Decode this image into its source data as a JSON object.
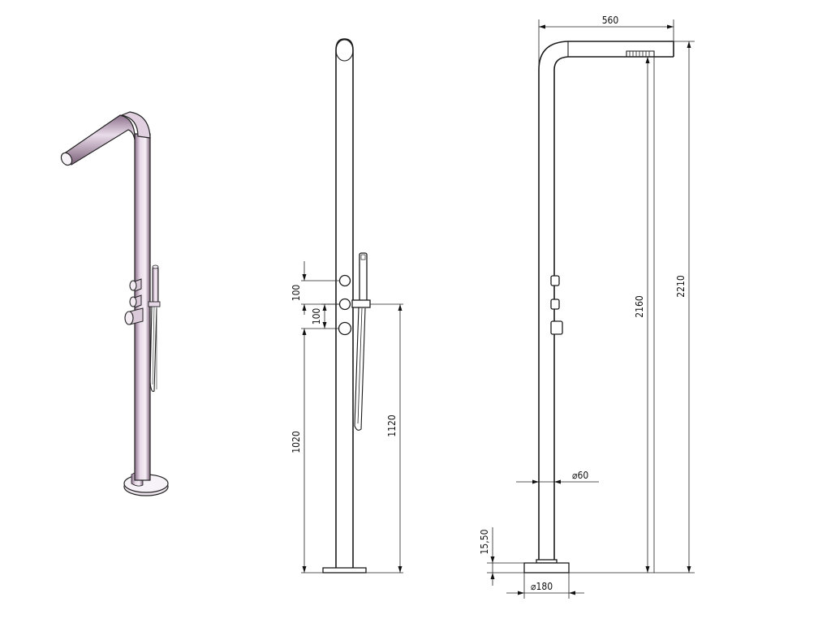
{
  "views": {
    "isometric": "isometric-view",
    "front": "front-view",
    "side": "side-view"
  },
  "dimensions": {
    "valve_spacing_top": "100",
    "valve_spacing_bottom": "100",
    "lower_valve_height": "1020",
    "hand_shower_holder_height": "1120",
    "head_width": "560",
    "shower_head_height": "2160",
    "overall_height": "2210",
    "column_diameter": "⌀60",
    "base_thickness": "15,50",
    "base_diameter": "⌀180"
  }
}
